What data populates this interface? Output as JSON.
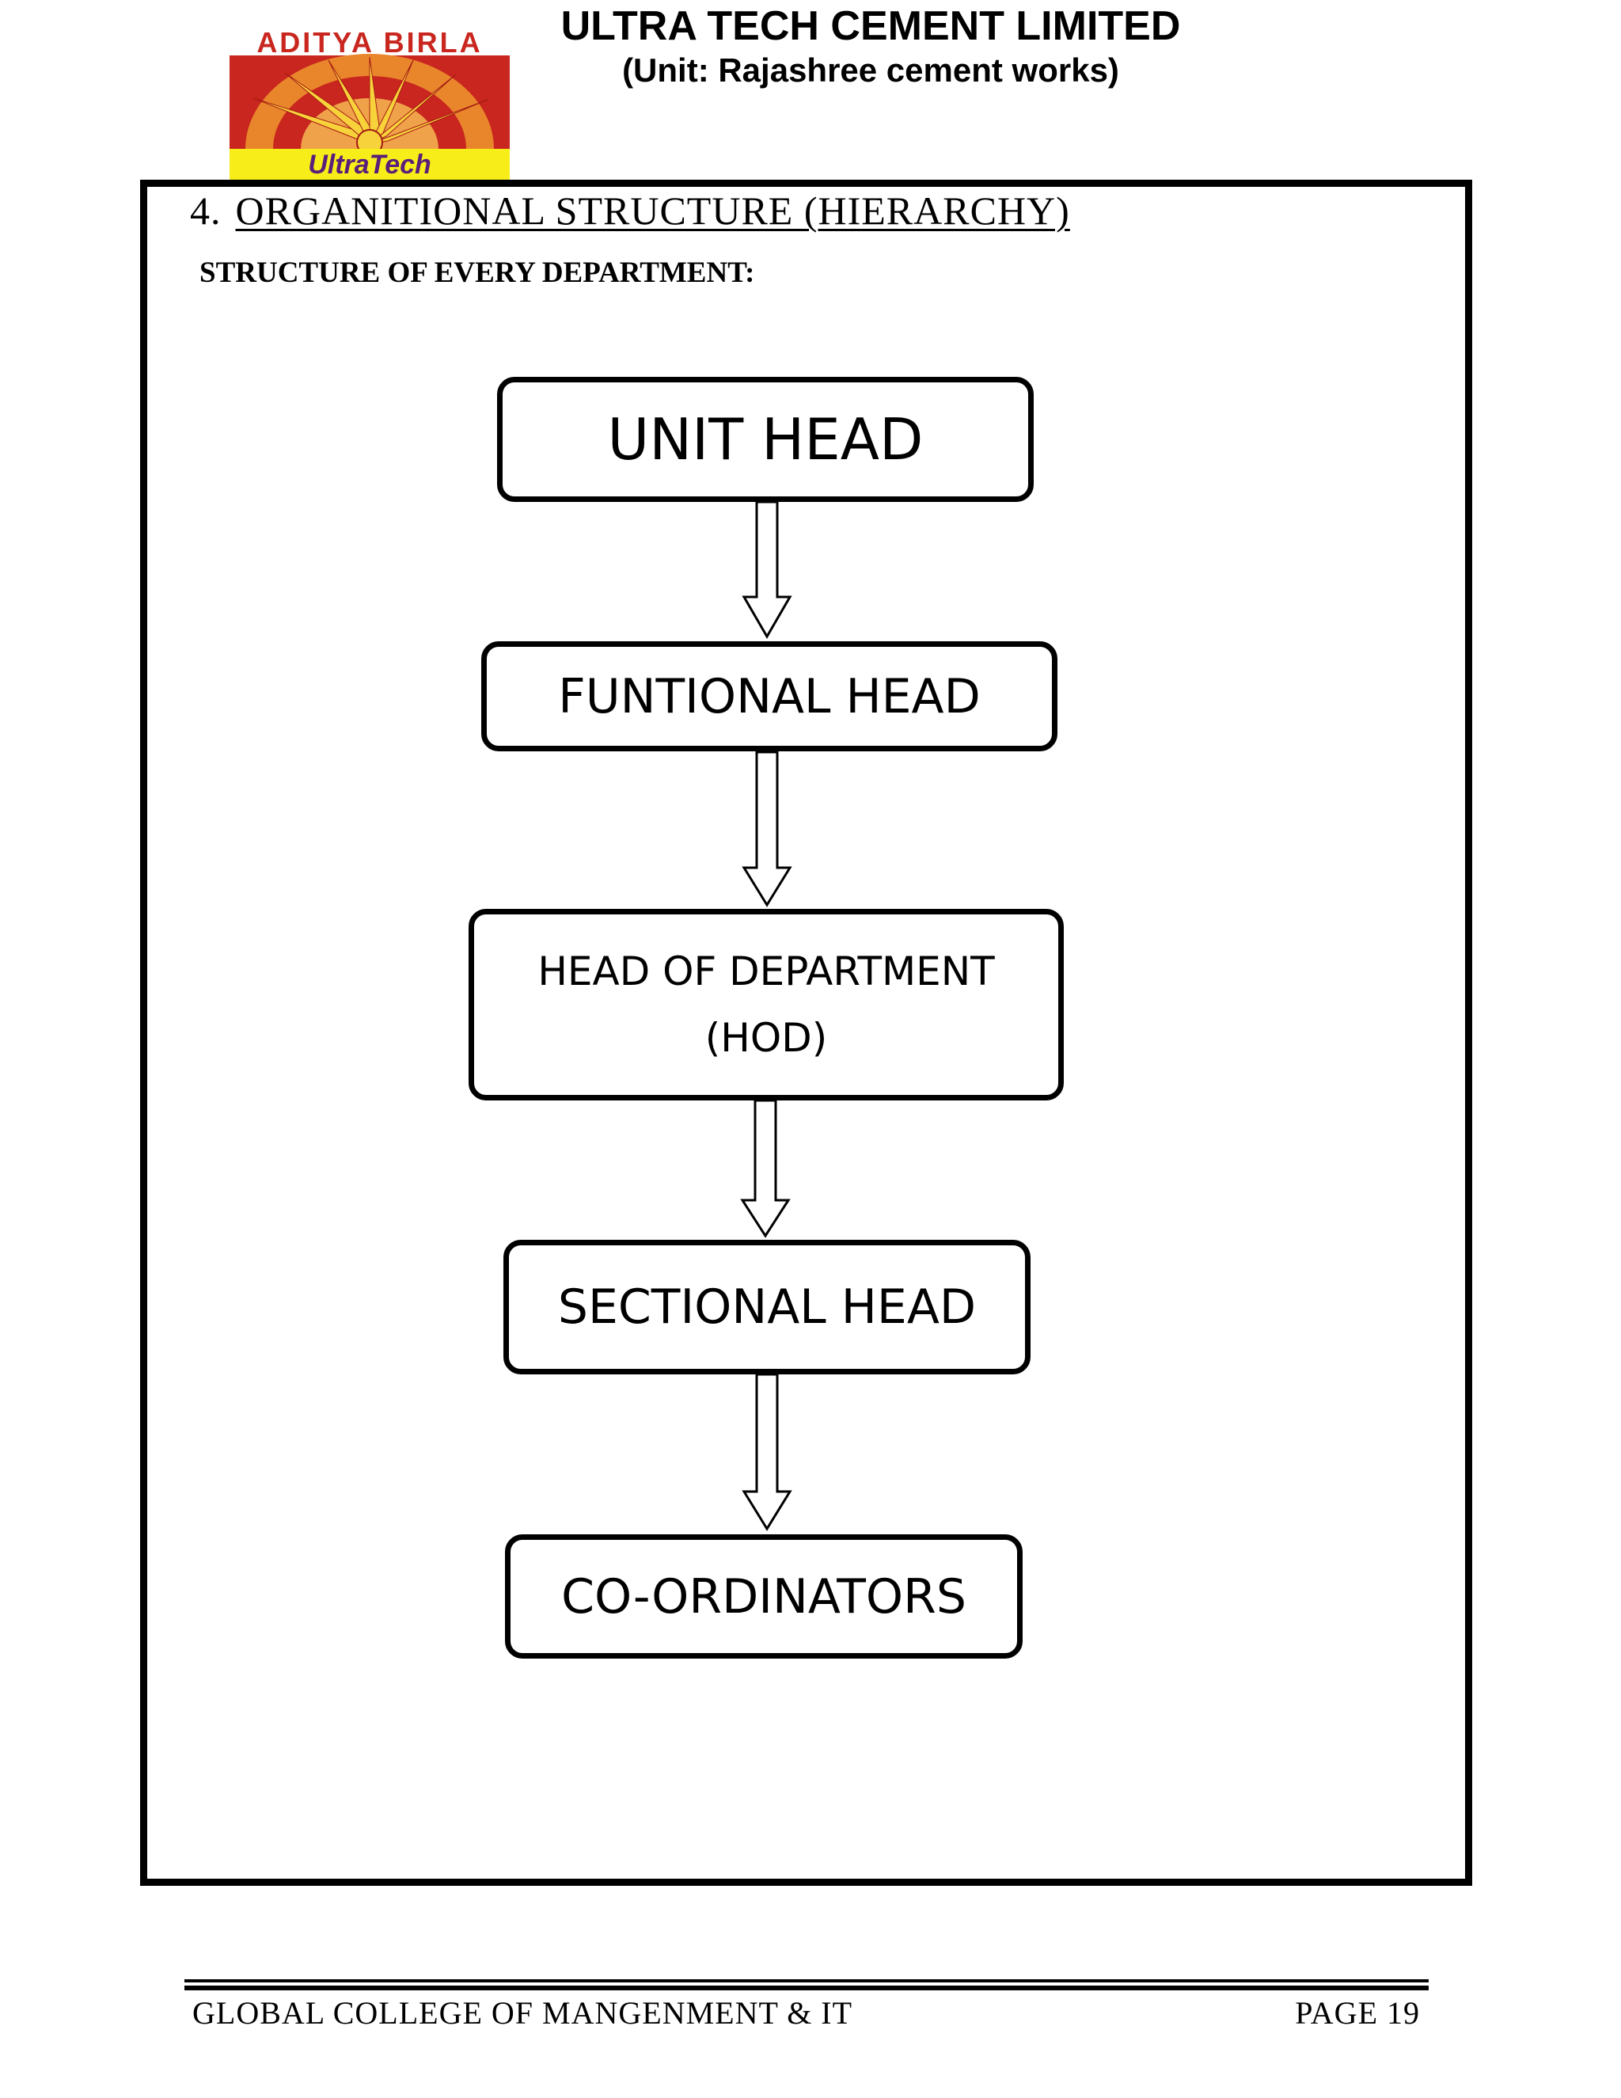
{
  "header": {
    "logo_top_text": "ADITYA BIRLA",
    "logo_bottom_text": "UltraTech",
    "company_name": "ULTRA TECH CEMENT LIMITED",
    "unit_line": "(Unit: Rajashree cement works)"
  },
  "section": {
    "number": "4.",
    "title": "ORGANITIONAL STRUCTURE (HIERARCHY)",
    "subheading": "STRUCTURE OF EVERY DEPARTMENT:"
  },
  "hierarchy": {
    "level_1": "UNIT HEAD",
    "level_2": "FUNTIONAL HEAD",
    "level_3_line1": "HEAD OF DEPARTMENT",
    "level_3_line2": "(HOD)",
    "level_4": "SECTIONAL HEAD",
    "level_5": "CO-ORDINATORS"
  },
  "footer": {
    "college": "GLOBAL COLLEGE OF MANGENMENT & IT",
    "page": "PAGE 19"
  },
  "colors": {
    "logo_red": "#c8261e",
    "logo_orange": "#e9862c",
    "logo_yellow": "#f7ee19",
    "ink": "#000000"
  }
}
